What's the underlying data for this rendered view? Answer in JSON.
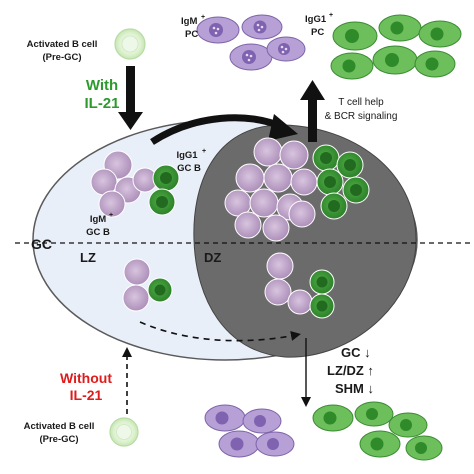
{
  "labels": {
    "activated_top_line1": "Activated B cell",
    "activated_top_line2": "(Pre-GC)",
    "with_line1": "With",
    "with_line2": "IL-21",
    "igm_pc_line1": "IgM",
    "igm_pc_sup": "+",
    "igm_pc_line2": "PC",
    "igg1_pc_line1": "IgG1",
    "igg1_pc_sup": "+",
    "igg1_pc_line2": "PC",
    "tcell_line1": "T cell help",
    "tcell_line2": "& BCR signaling",
    "igg1_gcb_line1": "IgG1",
    "igg1_gcb_sup": "+",
    "igg1_gcb_line2": "GC B",
    "igm_gcb_line1": "IgM",
    "igm_gcb_sup": "+",
    "igm_gcb_line2": "GC B",
    "gc": "GC",
    "lz": "LZ",
    "dz": "DZ",
    "without_line1": "Without",
    "without_line2": "IL-21",
    "activated_bottom_line1": "Activated B cell",
    "activated_bottom_line2": "(Pre-GC)",
    "effect_gc": "GC ↓",
    "effect_lzdz": "LZ/DZ ↑",
    "effect_shm": "SHM ↓"
  },
  "colors": {
    "with_il21": "#2e9a2e",
    "without_il21": "#e01b1b",
    "gc_fill": "#e9eff8",
    "dz_fill": "#6b6b6b",
    "igm_cell": "#c7aed0",
    "igg1_cell": "#3f9b3f",
    "pre_gc_cell": "#d7f0c8",
    "igm_pc": "#9a80c6",
    "igg1_pc": "#6bbf5a"
  }
}
